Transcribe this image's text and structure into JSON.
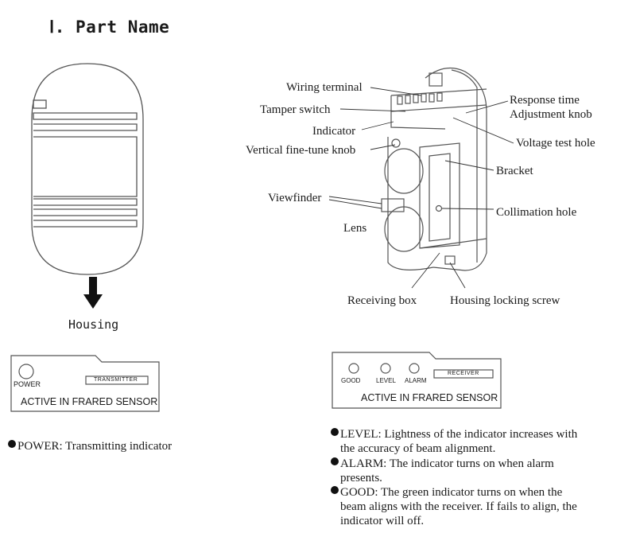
{
  "title": "Ⅰ. Part Name",
  "housing": {
    "arrow_label": "Housing"
  },
  "callouts": {
    "wiring_terminal": "Wiring terminal",
    "tamper_switch": "Tamper switch",
    "indicator": "Indicator",
    "vertical_knob": "Vertical fine-tune knob",
    "viewfinder": "Viewfinder",
    "lens": "Lens",
    "response_time_1": "Response time",
    "response_time_2": "Adjustment knob",
    "voltage_test_hole": "Voltage test hole",
    "bracket": "Bracket",
    "collimation_hole": "Collimation hole",
    "receiving_box": "Receiving box",
    "housing_locking_screw": "Housing locking screw"
  },
  "transmitter_panel": {
    "power_label": "POWER",
    "tag": "TRANSMITTER",
    "sensor_name": "ACTIVE IN FRARED SENSOR"
  },
  "receiver_panel": {
    "good_label": "GOOD",
    "level_label": "LEVEL",
    "alarm_label": "ALARM",
    "tag": "RECEIVER",
    "sensor_name": "ACTIVE IN FRARED SENSOR"
  },
  "notes": {
    "power": "POWER: Transmitting indicator",
    "level_1": "LEVEL: Lightness of the indicator increases with",
    "level_2": "the accuracy of beam alignment.",
    "alarm_1": "ALARM: The indicator turns on when alarm",
    "alarm_2": "presents.",
    "good_1": "GOOD: The green indicator turns on when the",
    "good_2": "beam aligns with the receiver. If fails to align, the",
    "good_3": "indicator will off."
  }
}
